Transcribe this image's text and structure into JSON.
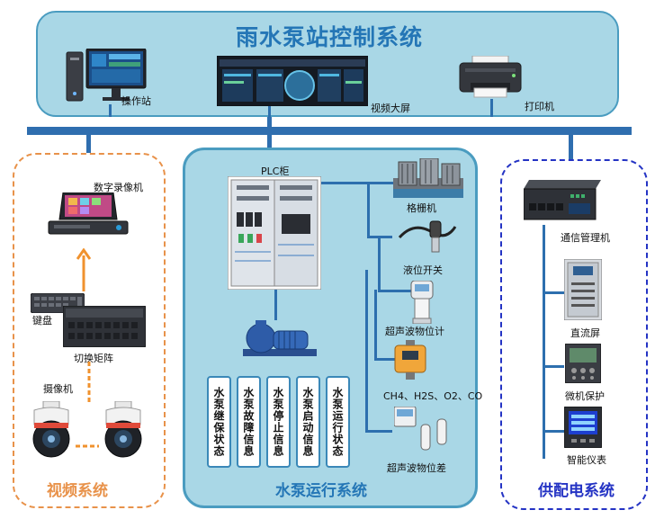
{
  "title": "雨水泵站控制系统",
  "top": {
    "operator_station": "操作站",
    "video_wall": "视频大屏",
    "printer": "打印机"
  },
  "video_system": {
    "title": "视频系统",
    "dvr": "数字录像机",
    "keyboard": "键盘",
    "matrix": "切换矩阵",
    "camera": "摄像机"
  },
  "pump_system": {
    "title": "水泵运行系统",
    "plc": "PLC柜",
    "devices": [
      "格栅机",
      "液位开关",
      "超声波物位计",
      "CH4、H2S、O2、CO",
      "超声波物位差"
    ],
    "status_cards": [
      "水泵继保状态",
      "水泵故障信息",
      "水泵停止信息",
      "水泵启动信息",
      "水泵运行状态"
    ]
  },
  "power_system": {
    "title": "供配电系统",
    "items": [
      "通信管理机",
      "直流屏",
      "微机保护",
      "智能仪表"
    ]
  },
  "colors": {
    "panel_fill": "#a9d7e6",
    "panel_border": "#4a9cc0",
    "bus": "#2f6eaf",
    "title_blue": "#2476b6",
    "video_orange": "#e8924a",
    "power_blue": "#2433c4"
  }
}
